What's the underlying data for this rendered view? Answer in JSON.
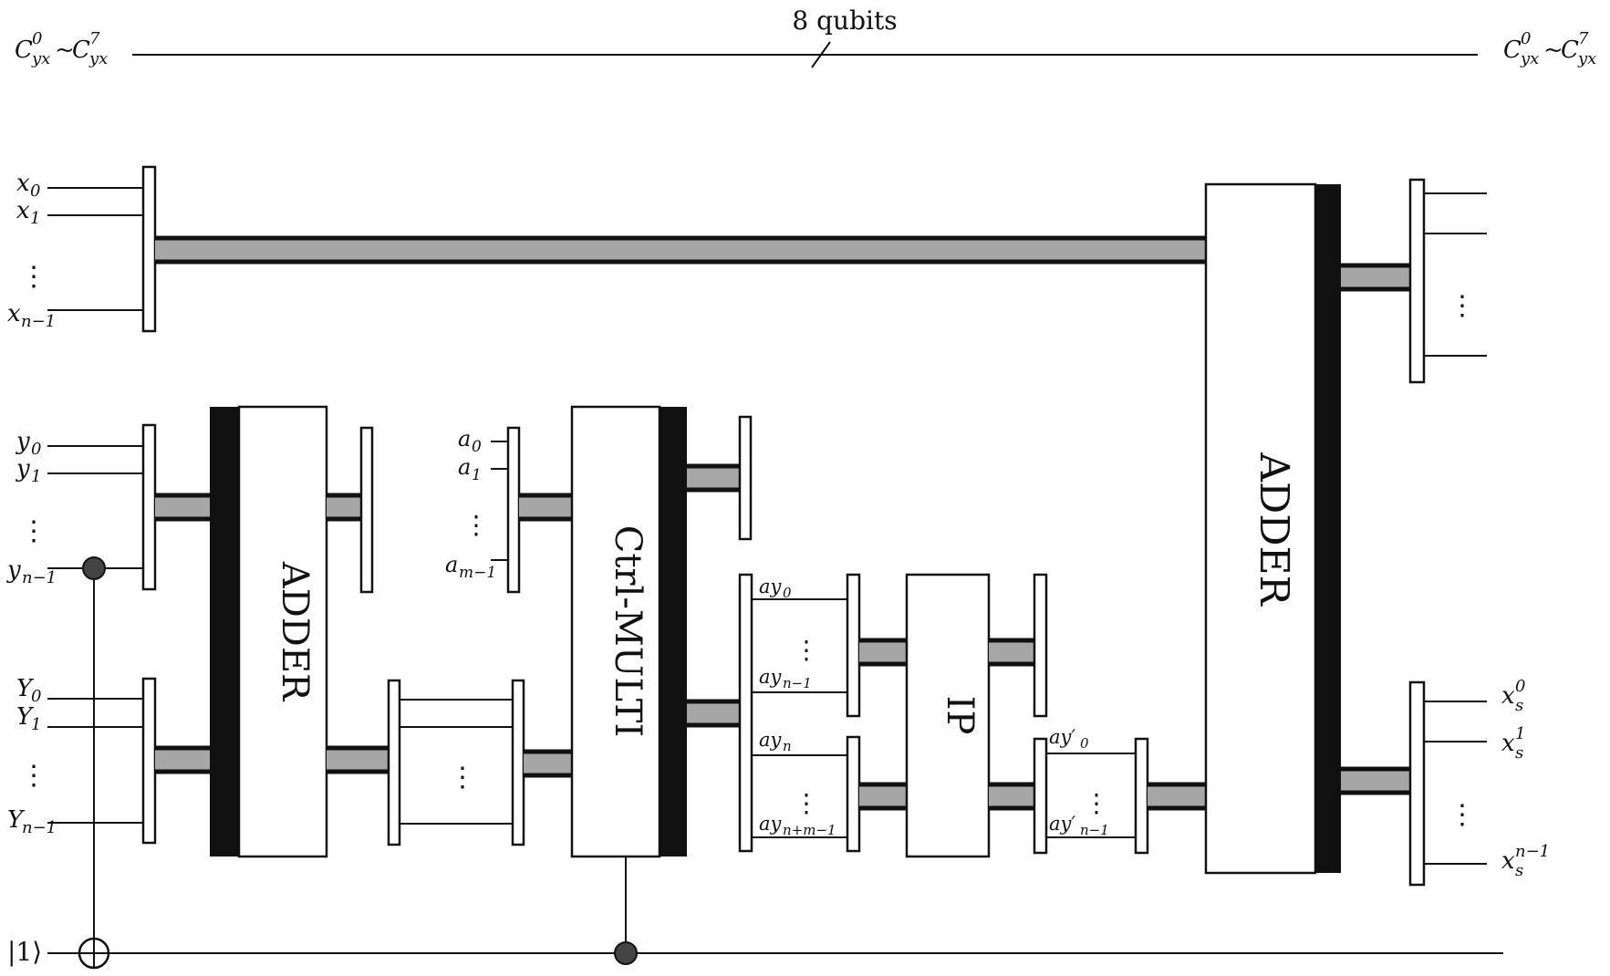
{
  "top_register": {
    "label_left": "C",
    "label_left_sub": "yx",
    "label_left_sup": "0",
    "label_sep": "~",
    "label_left2": "C",
    "label_left2_sub": "yx",
    "label_left2_sup": "7",
    "bus_annotation": "8 qubits"
  },
  "x_inputs": [
    {
      "base": "x",
      "sub": "0"
    },
    {
      "base": "x",
      "sub": "1"
    },
    {
      "base": "x",
      "sub": "n−1"
    }
  ],
  "y_inputs": [
    {
      "base": "y",
      "sub": "0"
    },
    {
      "base": "y",
      "sub": "1"
    },
    {
      "base": "y",
      "sub": "n−1"
    }
  ],
  "Y_inputs": [
    {
      "base": "Y",
      "sub": "0"
    },
    {
      "base": "Y",
      "sub": "1"
    },
    {
      "base": "Y",
      "sub": "n−1"
    }
  ],
  "a_inputs": [
    {
      "base": "a",
      "sub": "0"
    },
    {
      "base": "a",
      "sub": "1"
    },
    {
      "base": "a",
      "sub": "m−1"
    }
  ],
  "ay_low": [
    {
      "base": "ay",
      "sub": "0"
    },
    {
      "base": "ay",
      "sub": "n−1"
    }
  ],
  "ay_high": [
    {
      "base": "ay",
      "sub": "n"
    },
    {
      "base": "ay",
      "sub": "n+m−1"
    }
  ],
  "ay_prime": [
    {
      "base": "ay′",
      "sub": "0"
    },
    {
      "base": "ay′",
      "sub": "n−1"
    }
  ],
  "xs_outputs": [
    {
      "base": "x",
      "sub": "s",
      "sup": "0"
    },
    {
      "base": "x",
      "sub": "s",
      "sup": "1"
    },
    {
      "base": "x",
      "sub": "s",
      "sup": "n−1"
    }
  ],
  "ancilla_label": "|1⟩",
  "blocks": {
    "adder1": "ADDER",
    "ctrl_multi": "Ctrl-MULTI",
    "ip": "IP",
    "adder2": "ADDER"
  },
  "ellipsis": "⋮"
}
